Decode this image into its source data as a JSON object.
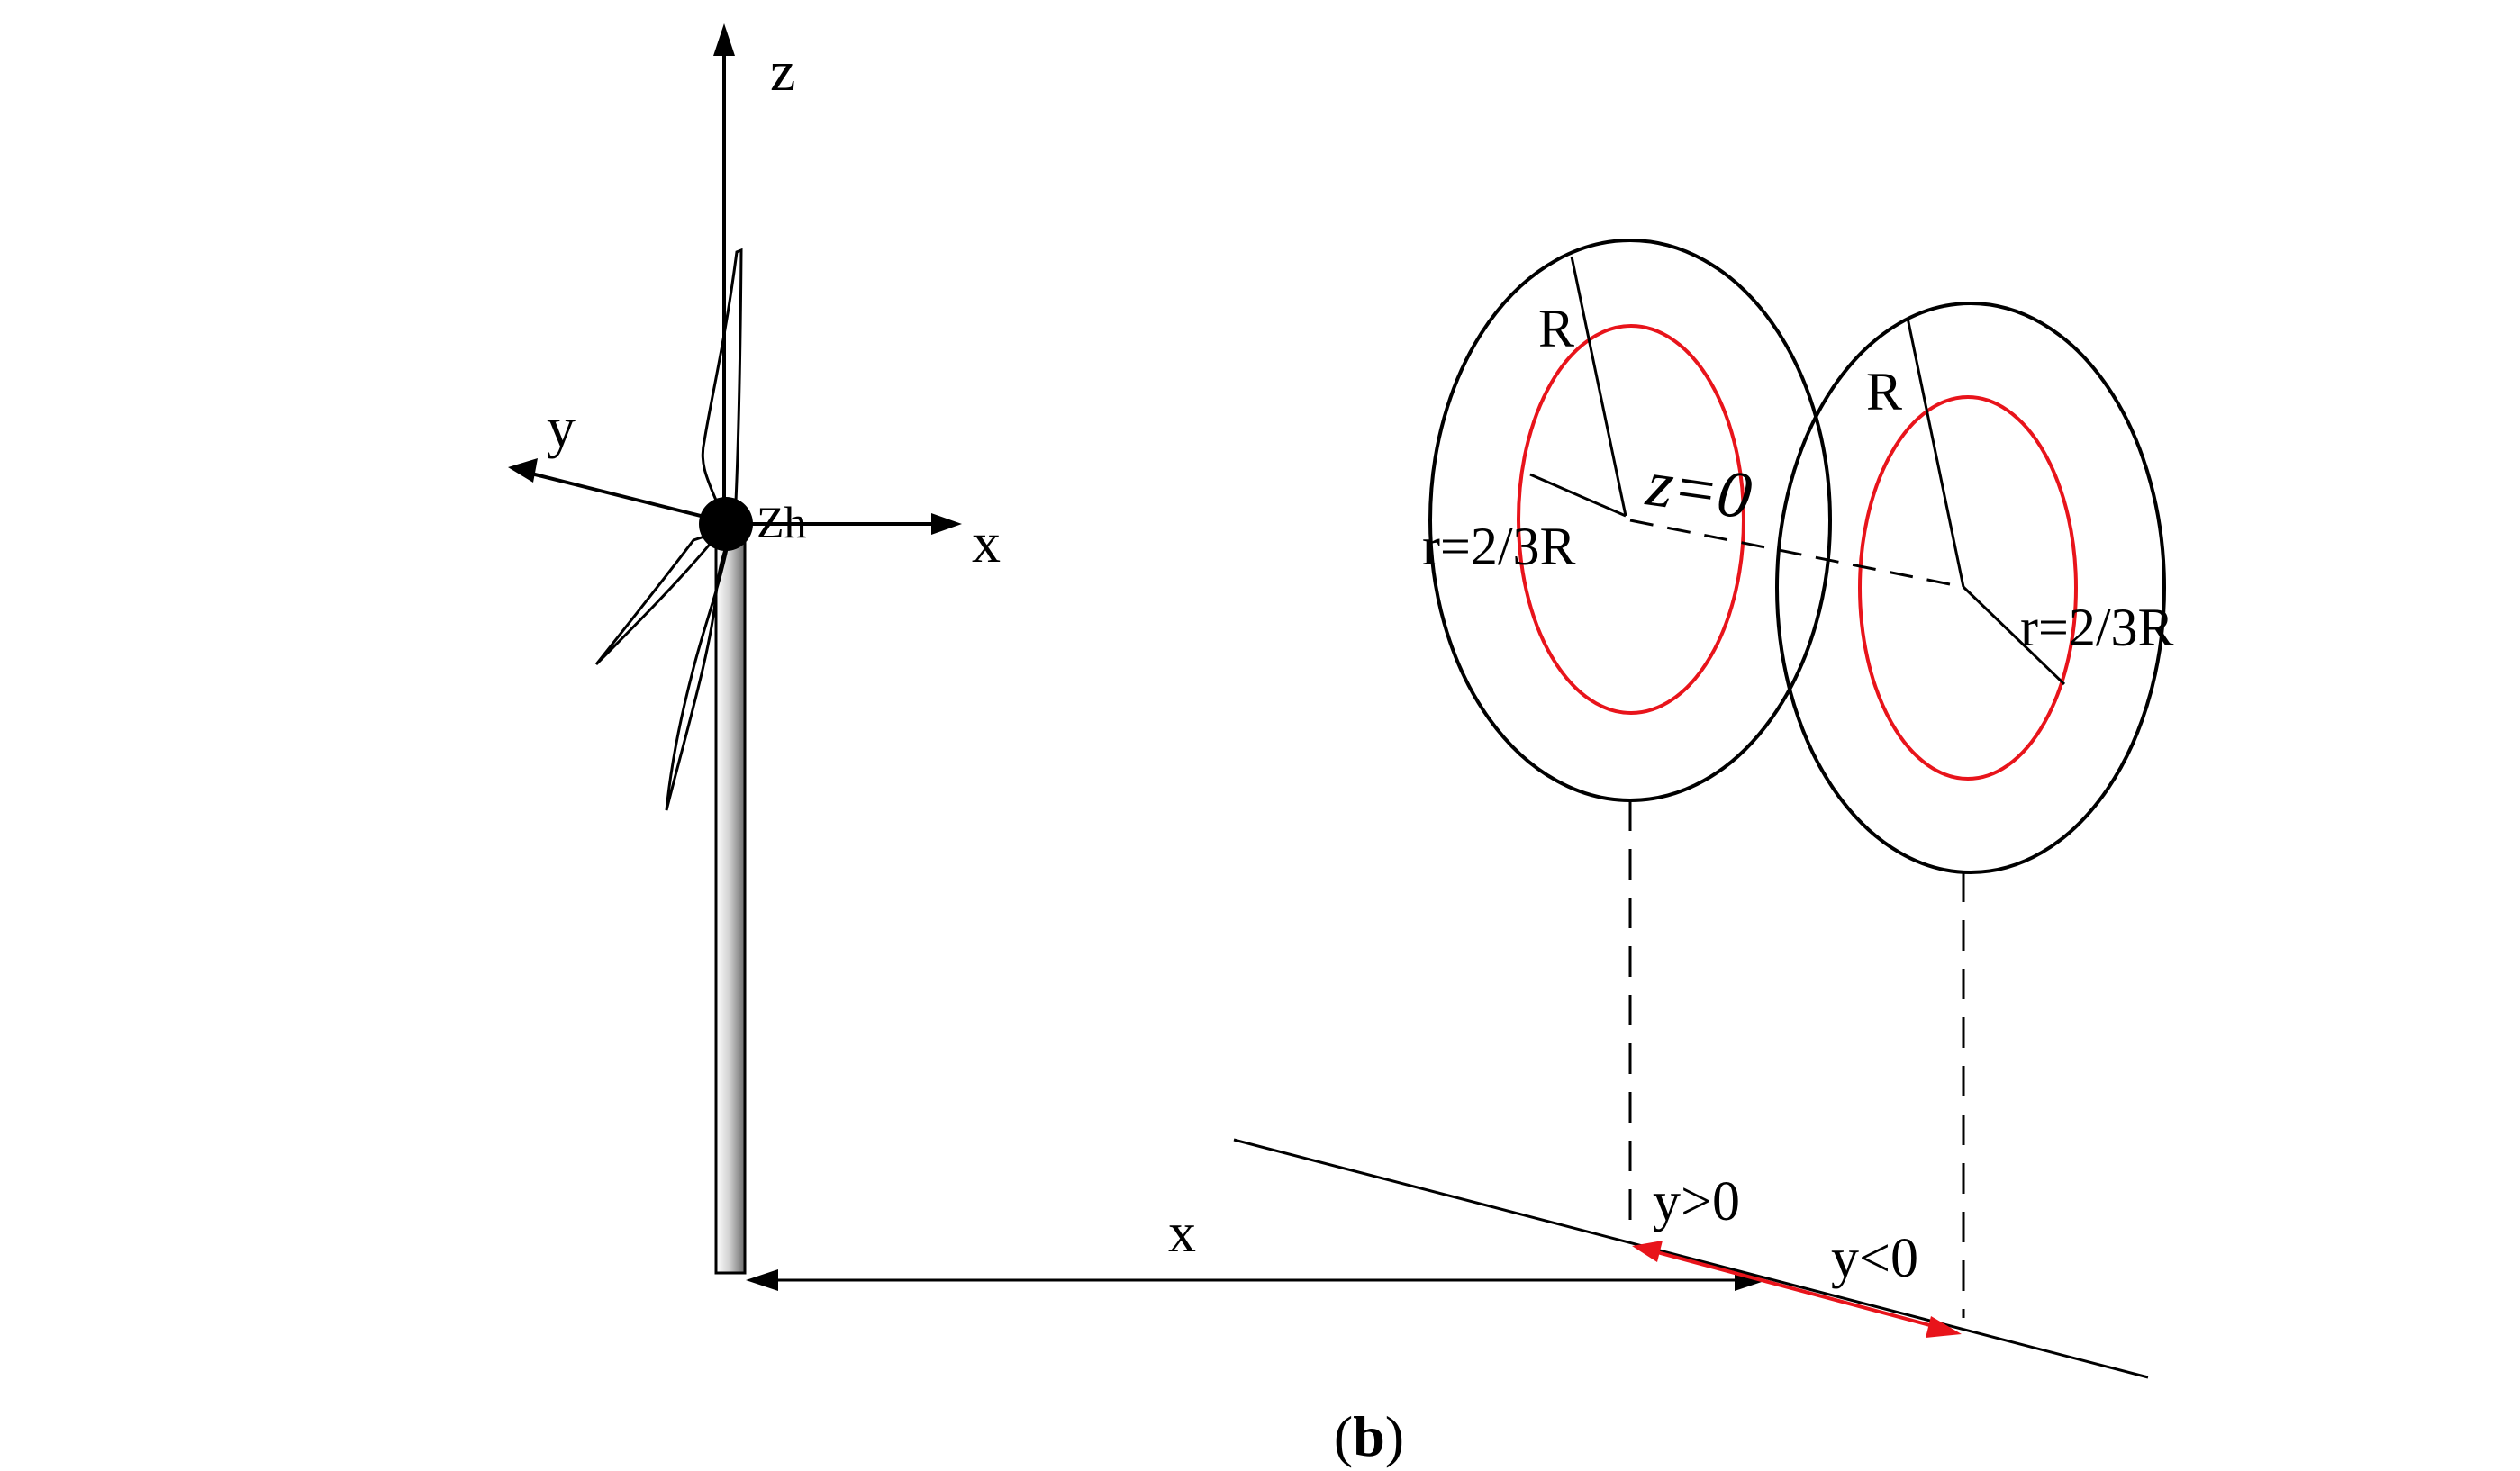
{
  "axes": {
    "z_label": "z",
    "y_label": "y",
    "x_label": "x",
    "hub_label": "Zh"
  },
  "rotors": {
    "left": {
      "outer_radius_label": "R",
      "inner_radius_label": "r=2/3R"
    },
    "right": {
      "outer_radius_label": "R",
      "inner_radius_label": "r=2/3R"
    },
    "centerline_label": "z=0"
  },
  "ground": {
    "distance_label": "x",
    "y_positive_label": "y>0",
    "y_negative_label": "y<0"
  },
  "panel": {
    "open_paren": "(",
    "letter": "b",
    "close_paren": ")"
  },
  "colors": {
    "line": "#000000",
    "highlight": "#e8141b",
    "tower_shade": "#8a8a8a"
  }
}
